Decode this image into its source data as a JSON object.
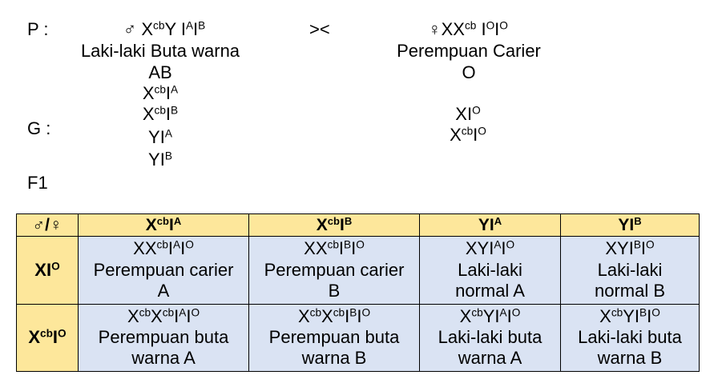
{
  "labels": {
    "p": "P :",
    "g": "G :",
    "f1": "F1"
  },
  "cross_sign": "><",
  "male": {
    "symbol": "♂",
    "genotype_base": "X",
    "genotype_cb": "cb",
    "genotype_y": "Y I",
    "genotype_a": "A",
    "genotype_i": "I",
    "genotype_b": "B",
    "desc": "Laki-laki Buta warna",
    "blood": "AB",
    "gametes": [
      {
        "base": "X",
        "sup1": "cb",
        "mid": "I",
        "sup2": "A"
      },
      {
        "base": "X",
        "sup1": "cb",
        "mid": "I",
        "sup2": "B"
      },
      {
        "base": "YI",
        "sup1": "A",
        "mid": "",
        "sup2": ""
      },
      {
        "base": "YI",
        "sup1": "B",
        "mid": "",
        "sup2": ""
      }
    ]
  },
  "female": {
    "symbol": "♀",
    "genotype_base": "XX",
    "genotype_cb": "cb",
    "genotype_i1": " I",
    "genotype_o1": "O",
    "genotype_i2": "I",
    "genotype_o2": "O",
    "desc": "Perempuan Carier",
    "blood": "O",
    "gametes": [
      {
        "base": "XI",
        "sup1": "O",
        "mid": "",
        "sup2": ""
      },
      {
        "base": "X",
        "sup1": "cb",
        "mid": "I",
        "sup2": "O"
      }
    ]
  },
  "table": {
    "corner": "♂/♀",
    "columns": [
      {
        "base": "X",
        "sup1": "cb",
        "mid": "I",
        "sup2": "A"
      },
      {
        "base": "X",
        "sup1": "cb",
        "mid": "I",
        "sup2": "B"
      },
      {
        "base": "YI",
        "sup1": "A",
        "mid": "",
        "sup2": ""
      },
      {
        "base": "YI",
        "sup1": "B",
        "mid": "",
        "sup2": ""
      }
    ],
    "rows": [
      {
        "header": {
          "base": "XI",
          "sup1": "O",
          "mid": "",
          "sup2": ""
        },
        "cells": [
          {
            "g": "XX",
            "s1": "cb",
            "m": "I",
            "s2": "A",
            "m2": "I",
            "s3": "O",
            "line2": "Perempuan carier",
            "line3": "A"
          },
          {
            "g": "XX",
            "s1": "cb",
            "m": "I",
            "s2": "B",
            "m2": "I",
            "s3": "O",
            "line2": "Perempuan carier",
            "line3": "B"
          },
          {
            "g": "XYI",
            "s1": "A",
            "m": "I",
            "s2": "O",
            "m2": "",
            "s3": "",
            "line2": "Laki-laki",
            "line3": "normal A"
          },
          {
            "g": "XYI",
            "s1": "B",
            "m": "I",
            "s2": "O",
            "m2": "",
            "s3": "",
            "line2": "Laki-laki",
            "line3": "normal B"
          }
        ]
      },
      {
        "header": {
          "base": "X",
          "sup1": "cb",
          "mid": "I",
          "sup2": "O"
        },
        "cells": [
          {
            "g": "X",
            "s1": "cb",
            "m": "X",
            "s2": "cb",
            "m2": "I",
            "s3": "A",
            "m3": "I",
            "s4": "O",
            "line2": "Perempuan buta",
            "line3": "warna A"
          },
          {
            "g": "X",
            "s1": "cb",
            "m": "X",
            "s2": "cb",
            "m2": "I",
            "s3": "B",
            "m3": "I",
            "s4": "O",
            "line2": "Perempuan buta",
            "line3": "warna B"
          },
          {
            "g": "X",
            "s1": "cb",
            "m": "YI",
            "s2": "A",
            "m2": "I",
            "s3": "O",
            "m3": "",
            "s4": "",
            "line2": "Laki-laki buta",
            "line3": "warna A"
          },
          {
            "g": "X",
            "s1": "cb",
            "m": "YI",
            "s2": "B",
            "m2": "I",
            "s3": "O",
            "m3": "",
            "s4": "",
            "line2": "Laki-laki buta",
            "line3": "warna B"
          }
        ]
      }
    ]
  }
}
